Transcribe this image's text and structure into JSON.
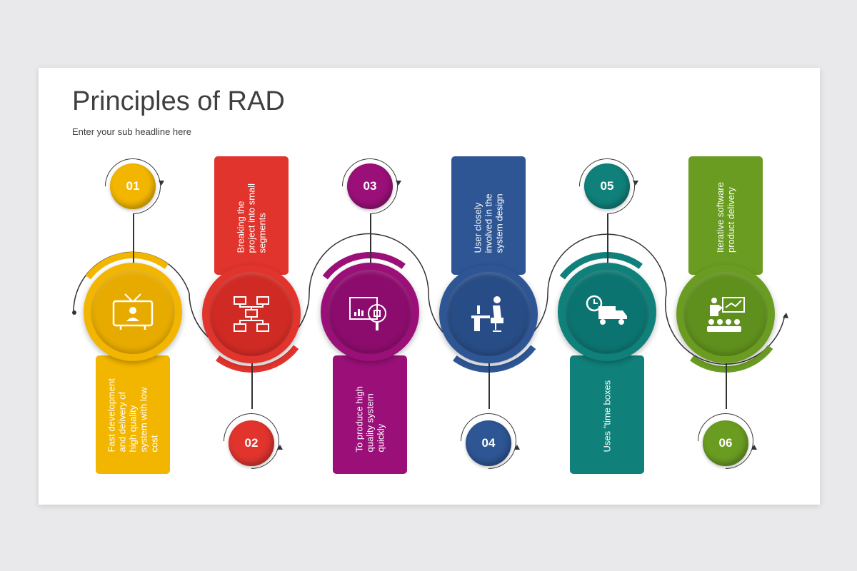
{
  "header": {
    "title": "Principles of RAD",
    "subtitle": "Enter your sub headline here"
  },
  "steps": [
    {
      "number": "01",
      "text": "Fast development and delivery of high quality system with low cost",
      "color": "#f3b600",
      "dark": "#e0a100",
      "icon": "tv-presenter-icon"
    },
    {
      "number": "02",
      "text": "Breaking the project into small segments",
      "color": "#e0342d",
      "dark": "#c8241f",
      "icon": "flowchart-icon"
    },
    {
      "number": "03",
      "text": "To produce high quality system quickly",
      "color": "#9a1078",
      "dark": "#820a64",
      "icon": "magnifier-analysis-icon"
    },
    {
      "number": "04",
      "text": "User closely involved in the system design",
      "color": "#2e5694",
      "dark": "#254680",
      "icon": "user-at-desk-icon"
    },
    {
      "number": "05",
      "text": "Uses \"time boxes",
      "color": "#10807a",
      "dark": "#0a6c67",
      "icon": "delivery-truck-clock-icon"
    },
    {
      "number": "06",
      "text": "Iterative software product delivery",
      "color": "#6a9c22",
      "dark": "#568617",
      "icon": "presentation-audience-icon"
    }
  ]
}
